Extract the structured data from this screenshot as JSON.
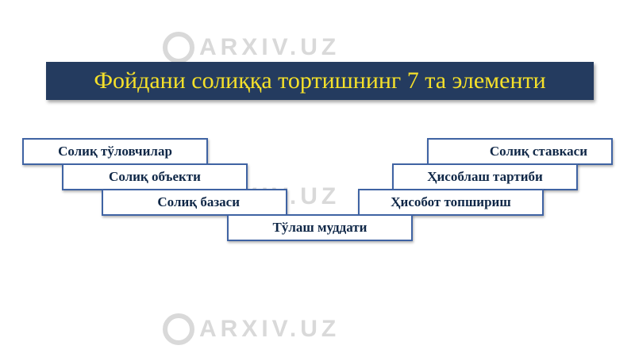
{
  "watermark": {
    "text": "ARXIV.UZ"
  },
  "title": "Фойдани солиққа тортишнинг 7 та элементи",
  "left_elements": [
    "Солиқ тўловчилар",
    "Солиқ объекти",
    "Солиқ базаси"
  ],
  "center_element": "Тўлаш муддати",
  "right_elements": [
    "Солиқ ставкаси",
    "Ҳисоблаш тартиби",
    "Ҳисобот топшириш"
  ],
  "colors": {
    "title_background": "#243b5f",
    "title_text": "#f5e02a",
    "box_border": "#3f63a3",
    "box_text": "#0f2747"
  }
}
